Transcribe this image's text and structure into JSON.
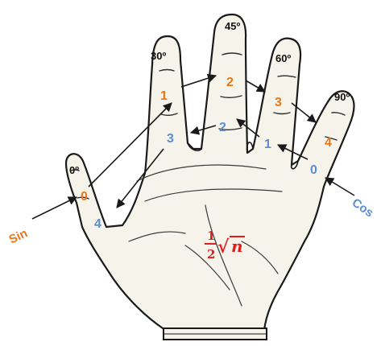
{
  "colors": {
    "orange": "#e8771a",
    "blue": "#5a8fd0",
    "red": "#e11d1d",
    "ink": "#1a1a1a",
    "skin": "#f5f3ea"
  },
  "angles": {
    "thumb": "0º",
    "index": "30º",
    "middle": "45º",
    "ring": "60º",
    "pinky": "90º"
  },
  "sin_values": {
    "thumb": "0",
    "index": "1",
    "middle": "2",
    "ring": "3",
    "pinky": "4"
  },
  "cos_values": {
    "pinky": "0",
    "ring": "1",
    "middle": "2",
    "index": "3",
    "thumb": "4"
  },
  "labels": {
    "sin": "Sin",
    "cos": "Cos"
  },
  "formula": {
    "numerator": "1",
    "denominator": "2",
    "radical": "√",
    "variable": "n"
  }
}
